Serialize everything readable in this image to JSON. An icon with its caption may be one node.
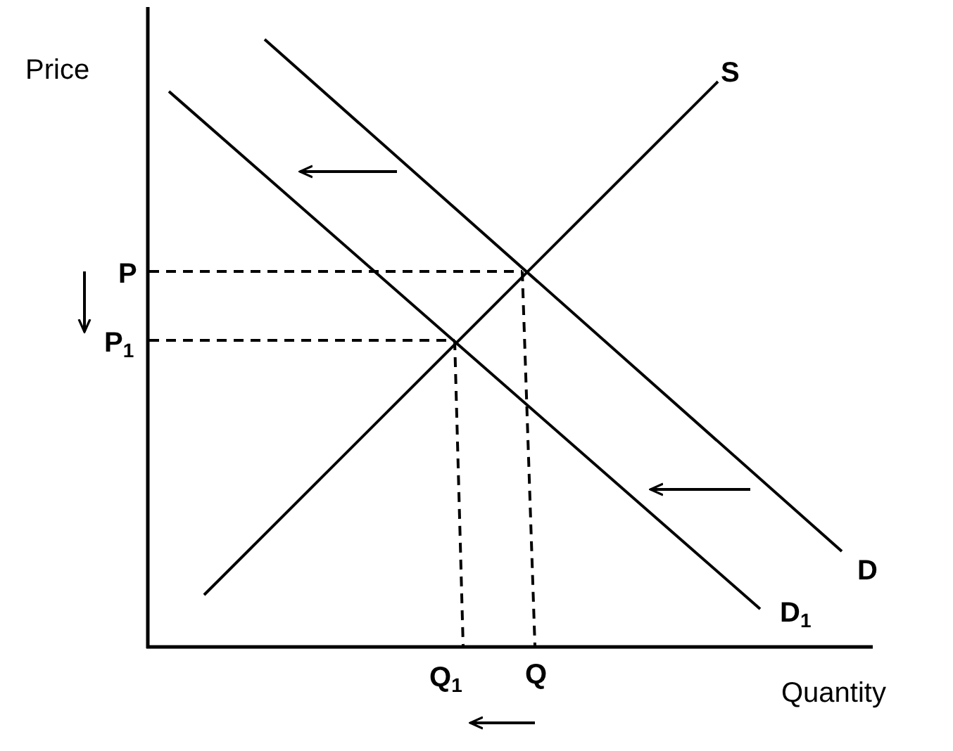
{
  "diagram": {
    "labels": [
      "Price",
      "S",
      "P",
      "P$_{1}$",
      "D",
      "D$_{1}$",
      "Q$_{1}$",
      "Q",
      "Quantity"
    ]
  }
}
